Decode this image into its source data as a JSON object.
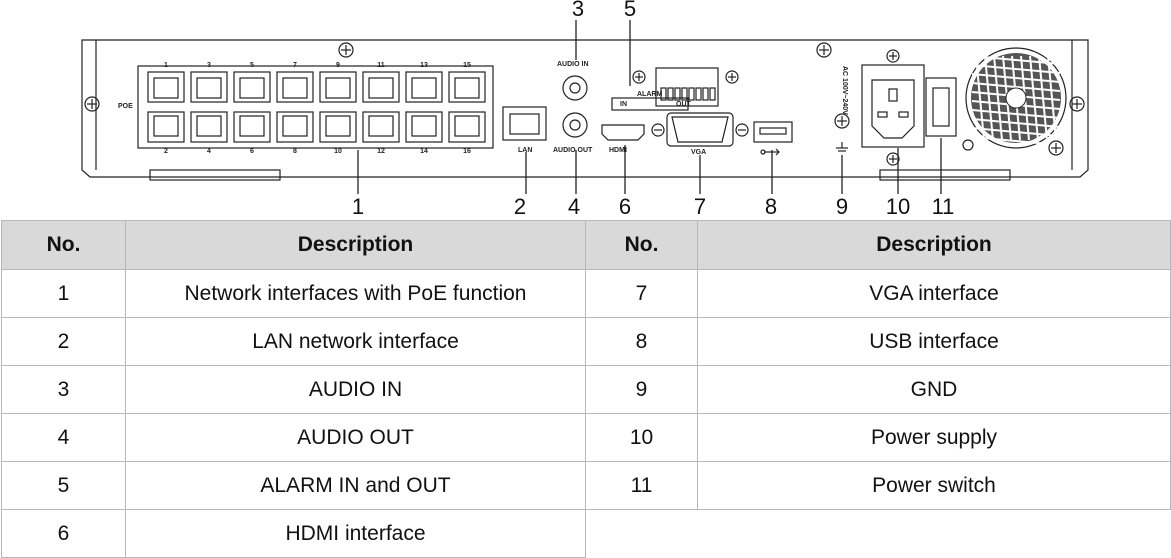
{
  "diagram": {
    "panel_labels": {
      "poe": "POE",
      "lan": "LAN",
      "audio_in": "AUDIO IN",
      "audio_out": "AUDIO OUT",
      "alarm": "ALARM",
      "alarm_in": "IN",
      "alarm_out": "OUT",
      "hdmi": "HDMI",
      "vga": "VGA",
      "ac": "AC 100V~240V"
    },
    "port_numbers_top": [
      "1",
      "3",
      "5",
      "7",
      "9",
      "11",
      "13",
      "15"
    ],
    "port_numbers_bottom": [
      "2",
      "4",
      "6",
      "8",
      "10",
      "12",
      "14",
      "16"
    ],
    "callouts": [
      "1",
      "2",
      "3",
      "4",
      "5",
      "6",
      "7",
      "8",
      "9",
      "10",
      "11"
    ]
  },
  "table": {
    "headers": [
      "No.",
      "Description",
      "No.",
      "Description"
    ],
    "rows": [
      {
        "no_left": "1",
        "desc_left": "Network interfaces with PoE function",
        "no_right": "7",
        "desc_right": "VGA interface"
      },
      {
        "no_left": "2",
        "desc_left": "LAN network interface",
        "no_right": "8",
        "desc_right": "USB interface"
      },
      {
        "no_left": "3",
        "desc_left": "AUDIO IN",
        "no_right": "9",
        "desc_right": "GND"
      },
      {
        "no_left": "4",
        "desc_left": "AUDIO OUT",
        "no_right": "10",
        "desc_right": "Power supply"
      },
      {
        "no_left": "5",
        "desc_left": "ALARM IN and OUT",
        "no_right": "11",
        "desc_right": "Power switch"
      },
      {
        "no_left": "6",
        "desc_left": "HDMI interface",
        "no_right": "",
        "desc_right": ""
      }
    ]
  }
}
